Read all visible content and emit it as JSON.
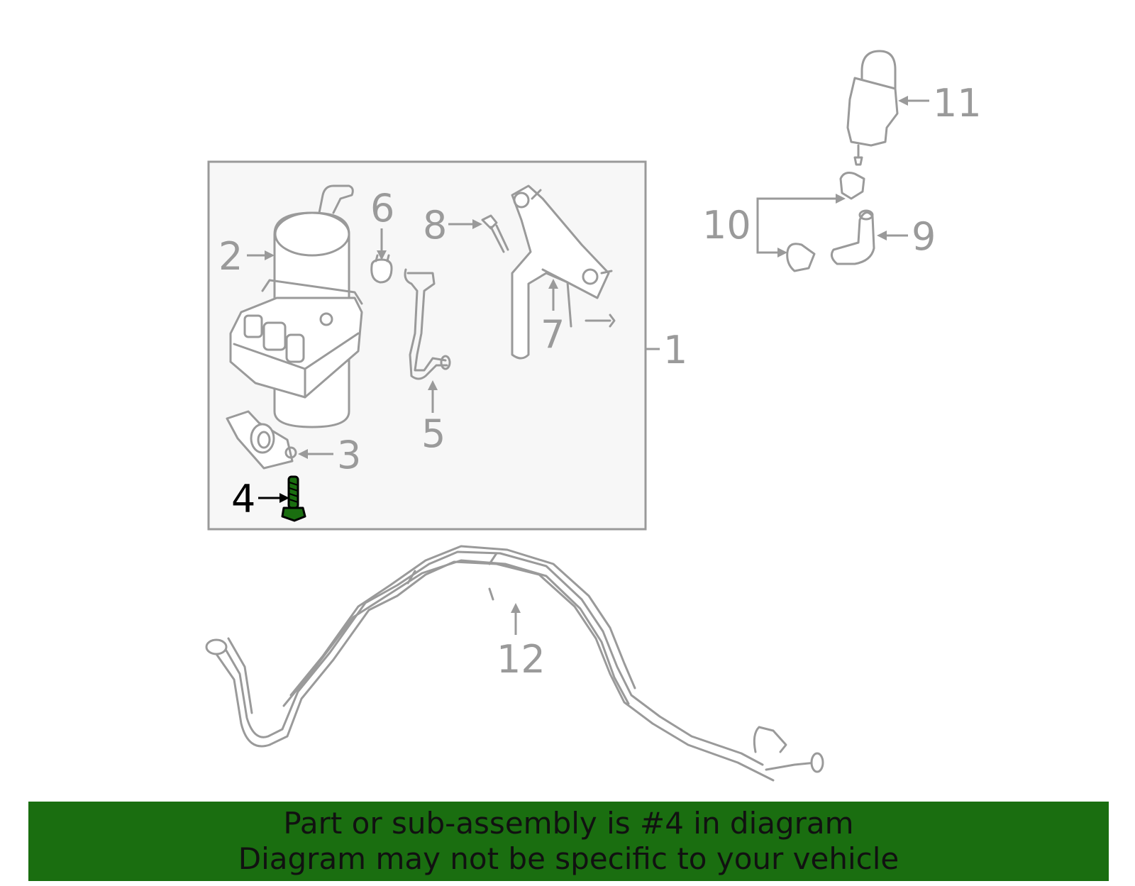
{
  "callouts": {
    "c1": "1",
    "c2": "2",
    "c3": "3",
    "c4": "4",
    "c5": "5",
    "c6": "6",
    "c7": "7",
    "c8": "8",
    "c9": "9",
    "c10": "10",
    "c11": "11",
    "c12": "12"
  },
  "highlight": {
    "part": "4",
    "color": "#1a6e10"
  },
  "colors": {
    "line_art": "#9a9a9a",
    "banner": "#1a6e10",
    "box_fill": "#f7f7f7"
  },
  "banner": {
    "line1": "Part or sub-assembly is #4 in diagram",
    "line2": "Diagram may not be specific to your vehicle"
  }
}
